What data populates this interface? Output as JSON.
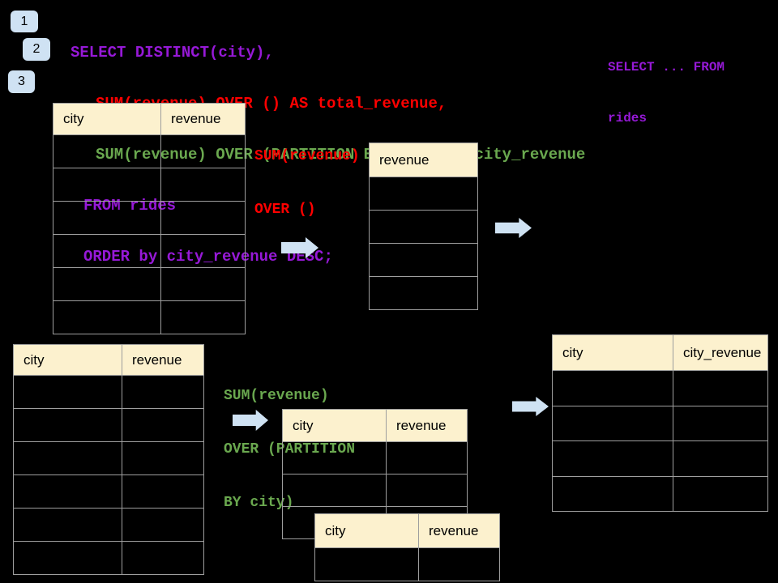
{
  "colors": {
    "purple": "#9619D7",
    "red": "#FF0000",
    "green": "#6AA84F",
    "cream": "#FCF1CE",
    "light_blue": "#CFE2F3",
    "table_border": "#9E9E9E"
  },
  "badges": [
    {
      "label": "1"
    },
    {
      "label": "2"
    },
    {
      "label": "3"
    }
  ],
  "sql_code": {
    "lines": [
      {
        "text": "SELECT DISTINCT(city),",
        "color": "purple"
      },
      {
        "text": "SUM(revenue) OVER () AS total_revenue,",
        "color": "red"
      },
      {
        "text": "SUM(revenue) OVER (PARTITION BY city) as city_revenue",
        "color": "green"
      },
      {
        "text": "FROM rides",
        "color": "purple"
      },
      {
        "text": "ORDER by city_revenue DESC;",
        "color": "purple"
      }
    ]
  },
  "side_note": {
    "color": "purple",
    "lines": [
      "SELECT ... FROM",
      "rides"
    ]
  },
  "annotations": {
    "total": {
      "color": "red",
      "lines": [
        "SUM(revenue)",
        "OVER ()"
      ]
    },
    "partition": {
      "color": "green",
      "lines": [
        "SUM(revenue)",
        "OVER (PARTITION",
        "BY city)"
      ]
    }
  },
  "tables": {
    "source_top": {
      "headers": [
        "city",
        "revenue"
      ],
      "body_rows": 6
    },
    "total_revenue_result": {
      "headers": [
        "revenue"
      ],
      "body_rows": 4
    },
    "source_bottom": {
      "headers": [
        "city",
        "revenue"
      ],
      "body_rows": 6
    },
    "partition_mid": {
      "headers": [
        "city",
        "revenue"
      ],
      "body_rows": 3
    },
    "partition_overlap": {
      "headers": [
        "city",
        "revenue"
      ],
      "body_rows": 1
    },
    "city_revenue_result": {
      "headers": [
        "city",
        "city_revenue"
      ],
      "body_rows": 4
    }
  },
  "icons": {
    "flow_arrow": "arrow-right"
  }
}
